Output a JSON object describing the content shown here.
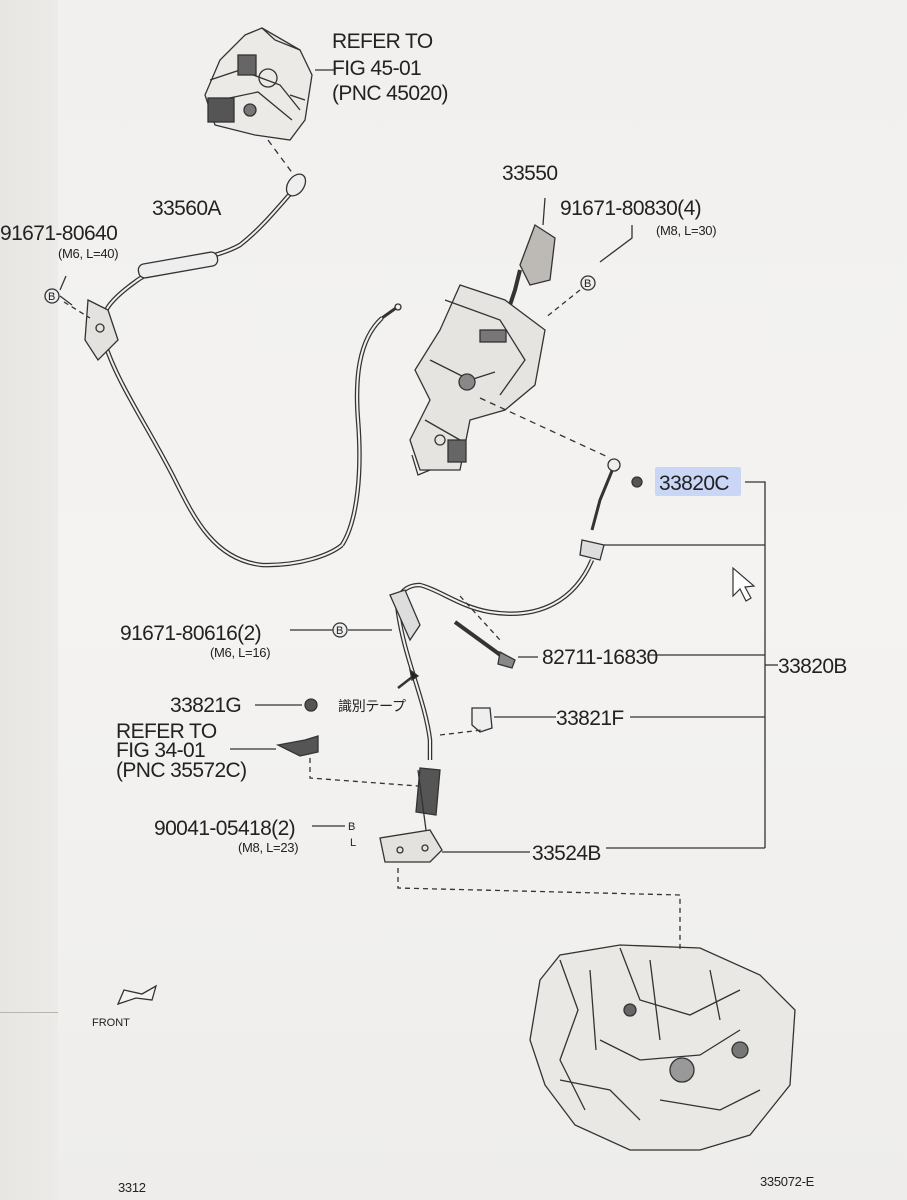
{
  "diagram": {
    "ref_top": {
      "line1": "REFER TO",
      "line2": "FIG  45-01",
      "line3": "(PNC 45020)"
    },
    "ref_left": {
      "line1": "REFER TO",
      "line2": "FIG  34-01",
      "line3": "(PNC 35572C)"
    },
    "parts": {
      "p33550": "33550",
      "p33560A": "33560A",
      "p91671_80640": "91671-80640",
      "p91671_80640_spec": "(M6, L=40)",
      "p91671_80830": "91671-80830(4)",
      "p91671_80830_spec": "(M8, L=30)",
      "p33820C": "33820C",
      "p91671_80616": "91671-80616(2)",
      "p91671_80616_spec": "(M6, L=16)",
      "p82711_16830": "82711-16830",
      "p33820B": "33820B",
      "p33821G": "33821G",
      "id_tape": "識別テープ",
      "p33821F": "33821F",
      "p90041_05418": "90041-05418(2)",
      "p90041_05418_spec": "(M8, L=23)",
      "p33524B": "33524B"
    },
    "callout_letters": {
      "b": "B",
      "l": "L"
    },
    "front_label": "FRONT",
    "page_code_left": "3312",
    "page_code_right": "335072-E"
  },
  "colors": {
    "highlight": "#c9d6f6",
    "ink": "#222222",
    "paper": "#f2f1ef"
  }
}
